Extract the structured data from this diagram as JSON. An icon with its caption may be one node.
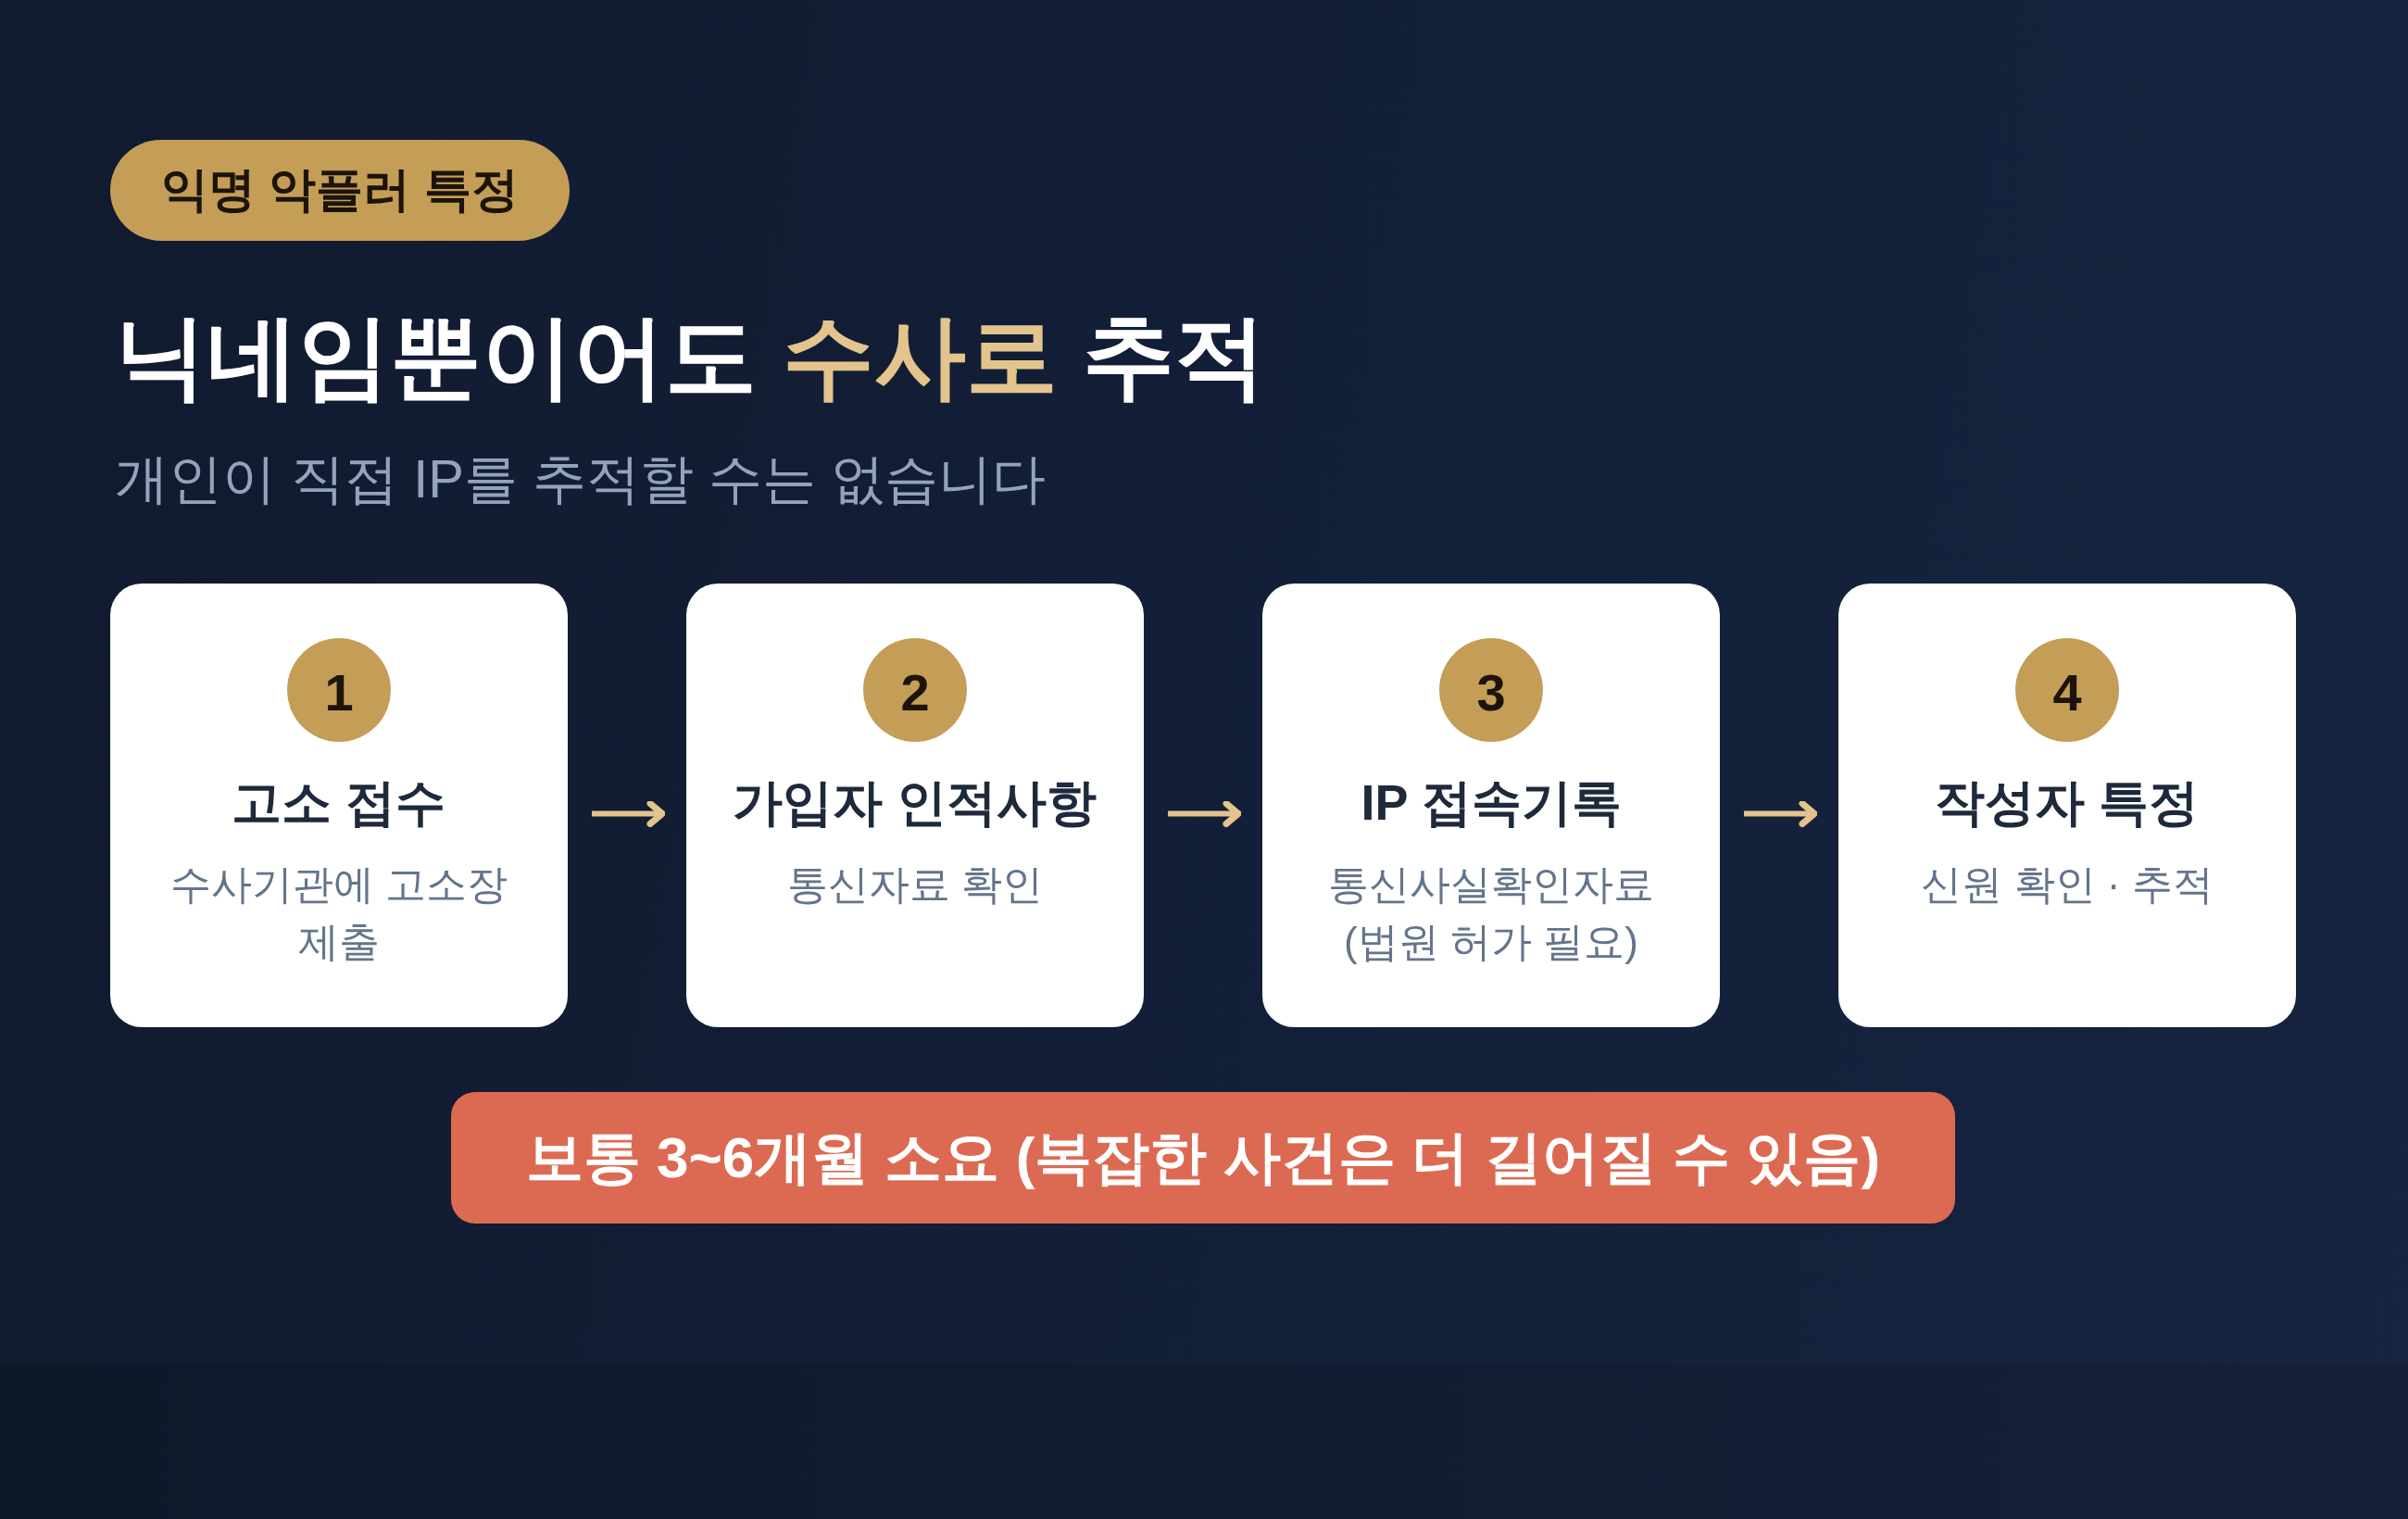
{
  "diagram": {
    "title": "닉네임뿐이어도 *수사로* 추적",
    "nodes": [
      {
        "text": [
          "익명 악플러 특정"
        ]
      },
      {
        "text": [
          "고소 접수",
          "수사기관에 고소장 제출"
        ]
      },
      {
        "text": [
          "1"
        ],
        "in": 1
      },
      {
        "text": [
          "가입자 인적사항",
          "통신자료 확인"
        ]
      },
      {
        "text": [
          "2"
        ],
        "in": 3
      },
      {
        "text": [
          "IP 접속기록",
          "통신사실확인자료 (법원 허가 필요)"
        ]
      },
      {
        "text": [
          "3"
        ],
        "in": 5
      },
      {
        "text": [
          "작성자 특정",
          "신원 확인 · 추적"
        ]
      },
      {
        "text": [
          "4"
        ],
        "in": 7
      },
      {
        "text": [
          "보통 3~6개월 소요 (복잡한 사건은 더 길어질 수 있음)"
        ]
      }
    ],
    "edges": [
      {
        "from": 1,
        "to": 3,
        "arrow": "to"
      },
      {
        "from": 3,
        "to": 5,
        "arrow": "to"
      },
      {
        "from": 5,
        "to": 7,
        "arrow": "to"
      }
    ],
    "labels": [
      "개인이 직접 IP를 추적할 수는 없습니다"
    ]
  }
}
